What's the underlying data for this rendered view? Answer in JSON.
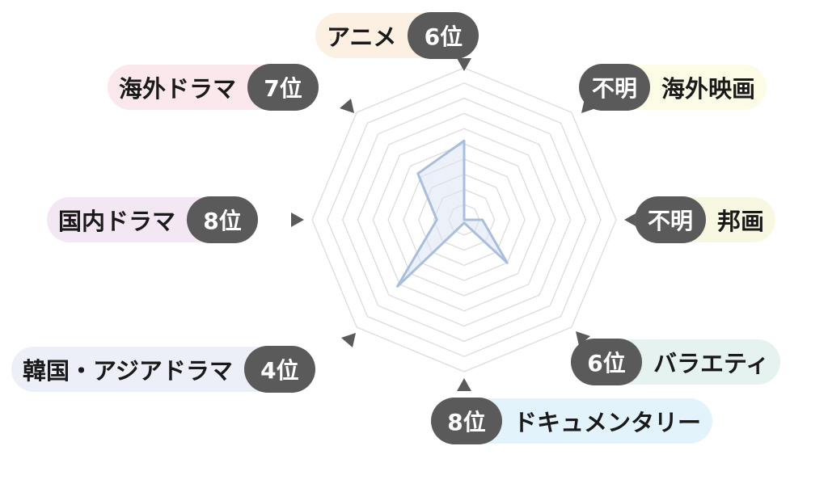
{
  "chart_data": {
    "type": "radar",
    "scale": {
      "min": 0,
      "max": 10,
      "rings": 10,
      "grid": true
    },
    "axes": [
      {
        "name": "アニメ",
        "rank": "6位",
        "value": 5.2,
        "pill_color": "#fbf0e1"
      },
      {
        "name": "海外映画",
        "rank": "不明",
        "value": 0,
        "pill_color": "#fcfbe6"
      },
      {
        "name": "邦画",
        "rank": "不明",
        "value": 1.2,
        "pill_color": "#f8f8e2"
      },
      {
        "name": "バラエティ",
        "rank": "6位",
        "value": 4.0,
        "pill_color": "#e5f2ef"
      },
      {
        "name": "ドキュメンタリー",
        "rank": "8位",
        "value": 0.2,
        "pill_color": "#e3f3fb"
      },
      {
        "name": "韓国・アジアドラマ",
        "rank": "4位",
        "value": 6.2,
        "pill_color": "#eceef8"
      },
      {
        "name": "国内ドラマ",
        "rank": "8位",
        "value": 1.8,
        "pill_color": "#f3e7f4"
      },
      {
        "name": "海外ドラマ",
        "rank": "7位",
        "value": 4.3,
        "pill_color": "#fbe8ec"
      }
    ],
    "series": [
      {
        "fill": "#dde3f2",
        "stroke": "#a9bedd"
      }
    ]
  }
}
